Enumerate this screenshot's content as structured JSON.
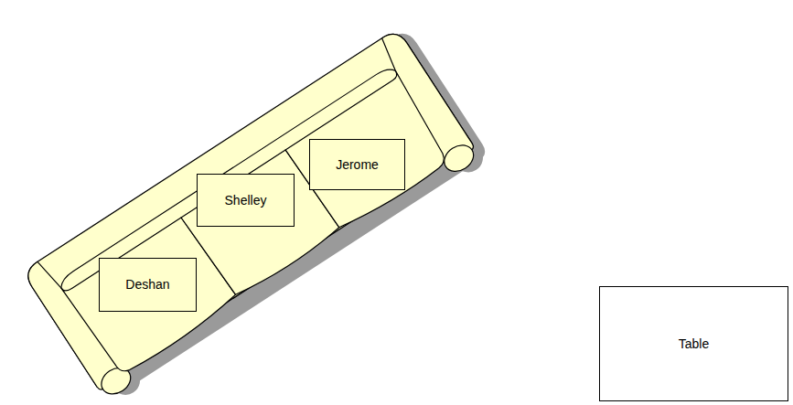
{
  "diagram": {
    "nodes": [
      {
        "text": [
          "Deshan"
        ]
      },
      {
        "text": [
          "Shelley"
        ]
      },
      {
        "text": [
          "Jerome"
        ]
      },
      {
        "text": [
          "Table"
        ]
      }
    ]
  }
}
